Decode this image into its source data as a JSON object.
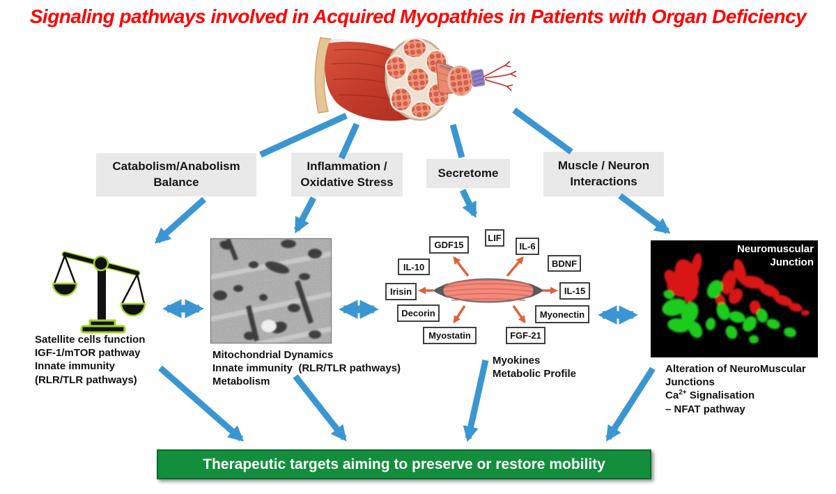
{
  "title": "Signaling pathways involved in Acquired Myopathies in Patients with Organ Deficiency",
  "colors": {
    "title_red": "#ff0000",
    "arrow_blue": "#3a96d2",
    "arrow_orange": "#e55f38",
    "box_gray": "#e9e9e9",
    "banner_green": "#128e3c",
    "banner_border": "#0a6b2c",
    "scale_green": "#a0d428"
  },
  "icons": {
    "muscle": "muscle-anatomy-illustration",
    "balance": "balance-scale-icon",
    "mitochondria": "mitochondria-em-image",
    "spindle": "muscle-spindle-icon",
    "nmj": "neuromuscular-junction-3d-image"
  },
  "category_boxes": [
    {
      "label": "Catabolism/Anabolism Balance"
    },
    {
      "label": "Inflammation / Oxidative Stress"
    },
    {
      "label": "Secretome"
    },
    {
      "label": "Muscle / Neuron Interactions"
    }
  ],
  "balance_panel": {
    "lines": [
      "Satellite cells function",
      "IGF-1/mTOR pathway",
      "Innate immunity",
      "(RLR/TLR pathways)"
    ]
  },
  "mitochondria_panel": {
    "lines": [
      "Mitochondrial Dynamics",
      "Innate immunity  (RLR/TLR pathways)",
      "Metabolism"
    ]
  },
  "secretome_panel": {
    "myokines": [
      "GDF15",
      "LIF",
      "IL-6",
      "BDNF",
      "IL-10",
      "Irisin",
      "IL-15",
      "Decorin",
      "Myonectin",
      "Myostatin",
      "FGF-21"
    ],
    "lines": [
      "Myokines",
      "Metabolic Profile"
    ]
  },
  "nmj_panel": {
    "image_label": "Neuromuscular Junction",
    "lines12": [
      "Alteration of NeuroMuscular",
      "Junctions"
    ],
    "ca_line": {
      "pre": "Ca",
      "sup": "2+",
      "post": " Signalisation"
    },
    "line4": "– NFAT pathway"
  },
  "banner": {
    "label": "Therapeutic targets aiming to preserve or restore mobility"
  }
}
